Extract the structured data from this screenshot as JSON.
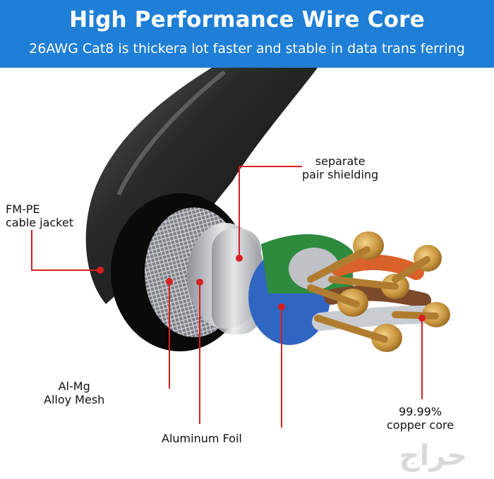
{
  "header": {
    "title": "High Performance Wire Core",
    "subtitle": "26AWG Cat8 is thickera lot faster and stable in data trans ferring"
  },
  "labels": {
    "jacket_line1": "FM-PE",
    "jacket_line2": "cable jacket",
    "mesh_line1": "Al-Mg",
    "mesh_line2": "Alloy Mesh",
    "foil": "Aluminum Foil",
    "shield_line1": "separate",
    "shield_line2": "pair shielding",
    "copper_line1": "99.99%",
    "copper_line2": "copper core"
  },
  "watermark": "حراج",
  "colors": {
    "banner": "#1f7fd6",
    "leader": "#d62020",
    "jacket": "#1a1a1a",
    "copper": "#c8953e",
    "pair_green": "#2e8b3e",
    "pair_blue": "#2f66c2",
    "pair_orange": "#d8622a",
    "pair_brown": "#7a4a2a"
  }
}
